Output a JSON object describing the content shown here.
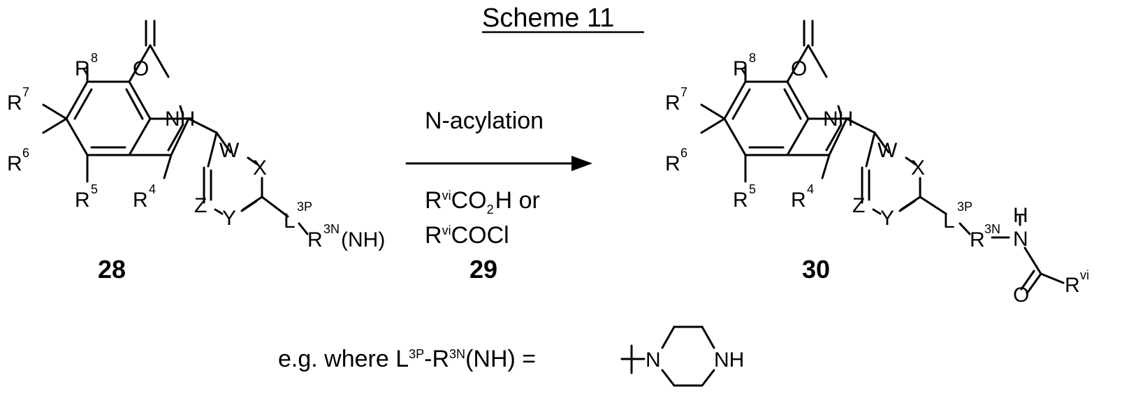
{
  "scheme_title": "Scheme 11",
  "compound_28": {
    "number": "28",
    "atoms": {
      "O": "O",
      "NH": "NH",
      "W": "W",
      "X": "X",
      "Y": "Y",
      "Z": "Z",
      "R8": "R",
      "R8_sup": "8",
      "R7": "R",
      "R7_sup": "7",
      "R6": "R",
      "R6_sup": "6",
      "R5": "R",
      "R5_sup": "5",
      "R4": "R",
      "R4_sup": "4",
      "L": "L",
      "L_sup": "3P",
      "R3N": "R",
      "R3N_sup": "3N",
      "NH_group": "(NH)"
    }
  },
  "reaction": {
    "type": "N-acylation",
    "reagent_line1_R": "R",
    "reagent_line1_sup": "vi",
    "reagent_line1_rest": "CO",
    "reagent_line1_sub": "2",
    "reagent_line1_tail": "H or",
    "reagent_line2_R": "R",
    "reagent_line2_sup": "vi",
    "reagent_line2_rest": "COCl",
    "reagent_number": "29"
  },
  "compound_30": {
    "number": "30",
    "atoms": {
      "O": "O",
      "NH": "NH",
      "W": "W",
      "X": "X",
      "Y": "Y",
      "Z": "Z",
      "R8": "R",
      "R8_sup": "8",
      "R7": "R",
      "R7_sup": "7",
      "R6": "R",
      "R6_sup": "6",
      "R5": "R",
      "R5_sup": "5",
      "R4": "R",
      "R4_sup": "4",
      "L": "L",
      "L_sup": "3P",
      "R3N": "R",
      "R3N_sup": "3N",
      "H": "H",
      "N": "N",
      "O2": "O",
      "Rvi": "R",
      "Rvi_sup": "vi"
    }
  },
  "footnote": {
    "prefix": "e.g. where L",
    "sup1": "3P",
    "mid": "-R",
    "sup2": "3N",
    "suffix": "(NH) =",
    "piperazine_N": "N",
    "piperazine_NH": "NH"
  }
}
